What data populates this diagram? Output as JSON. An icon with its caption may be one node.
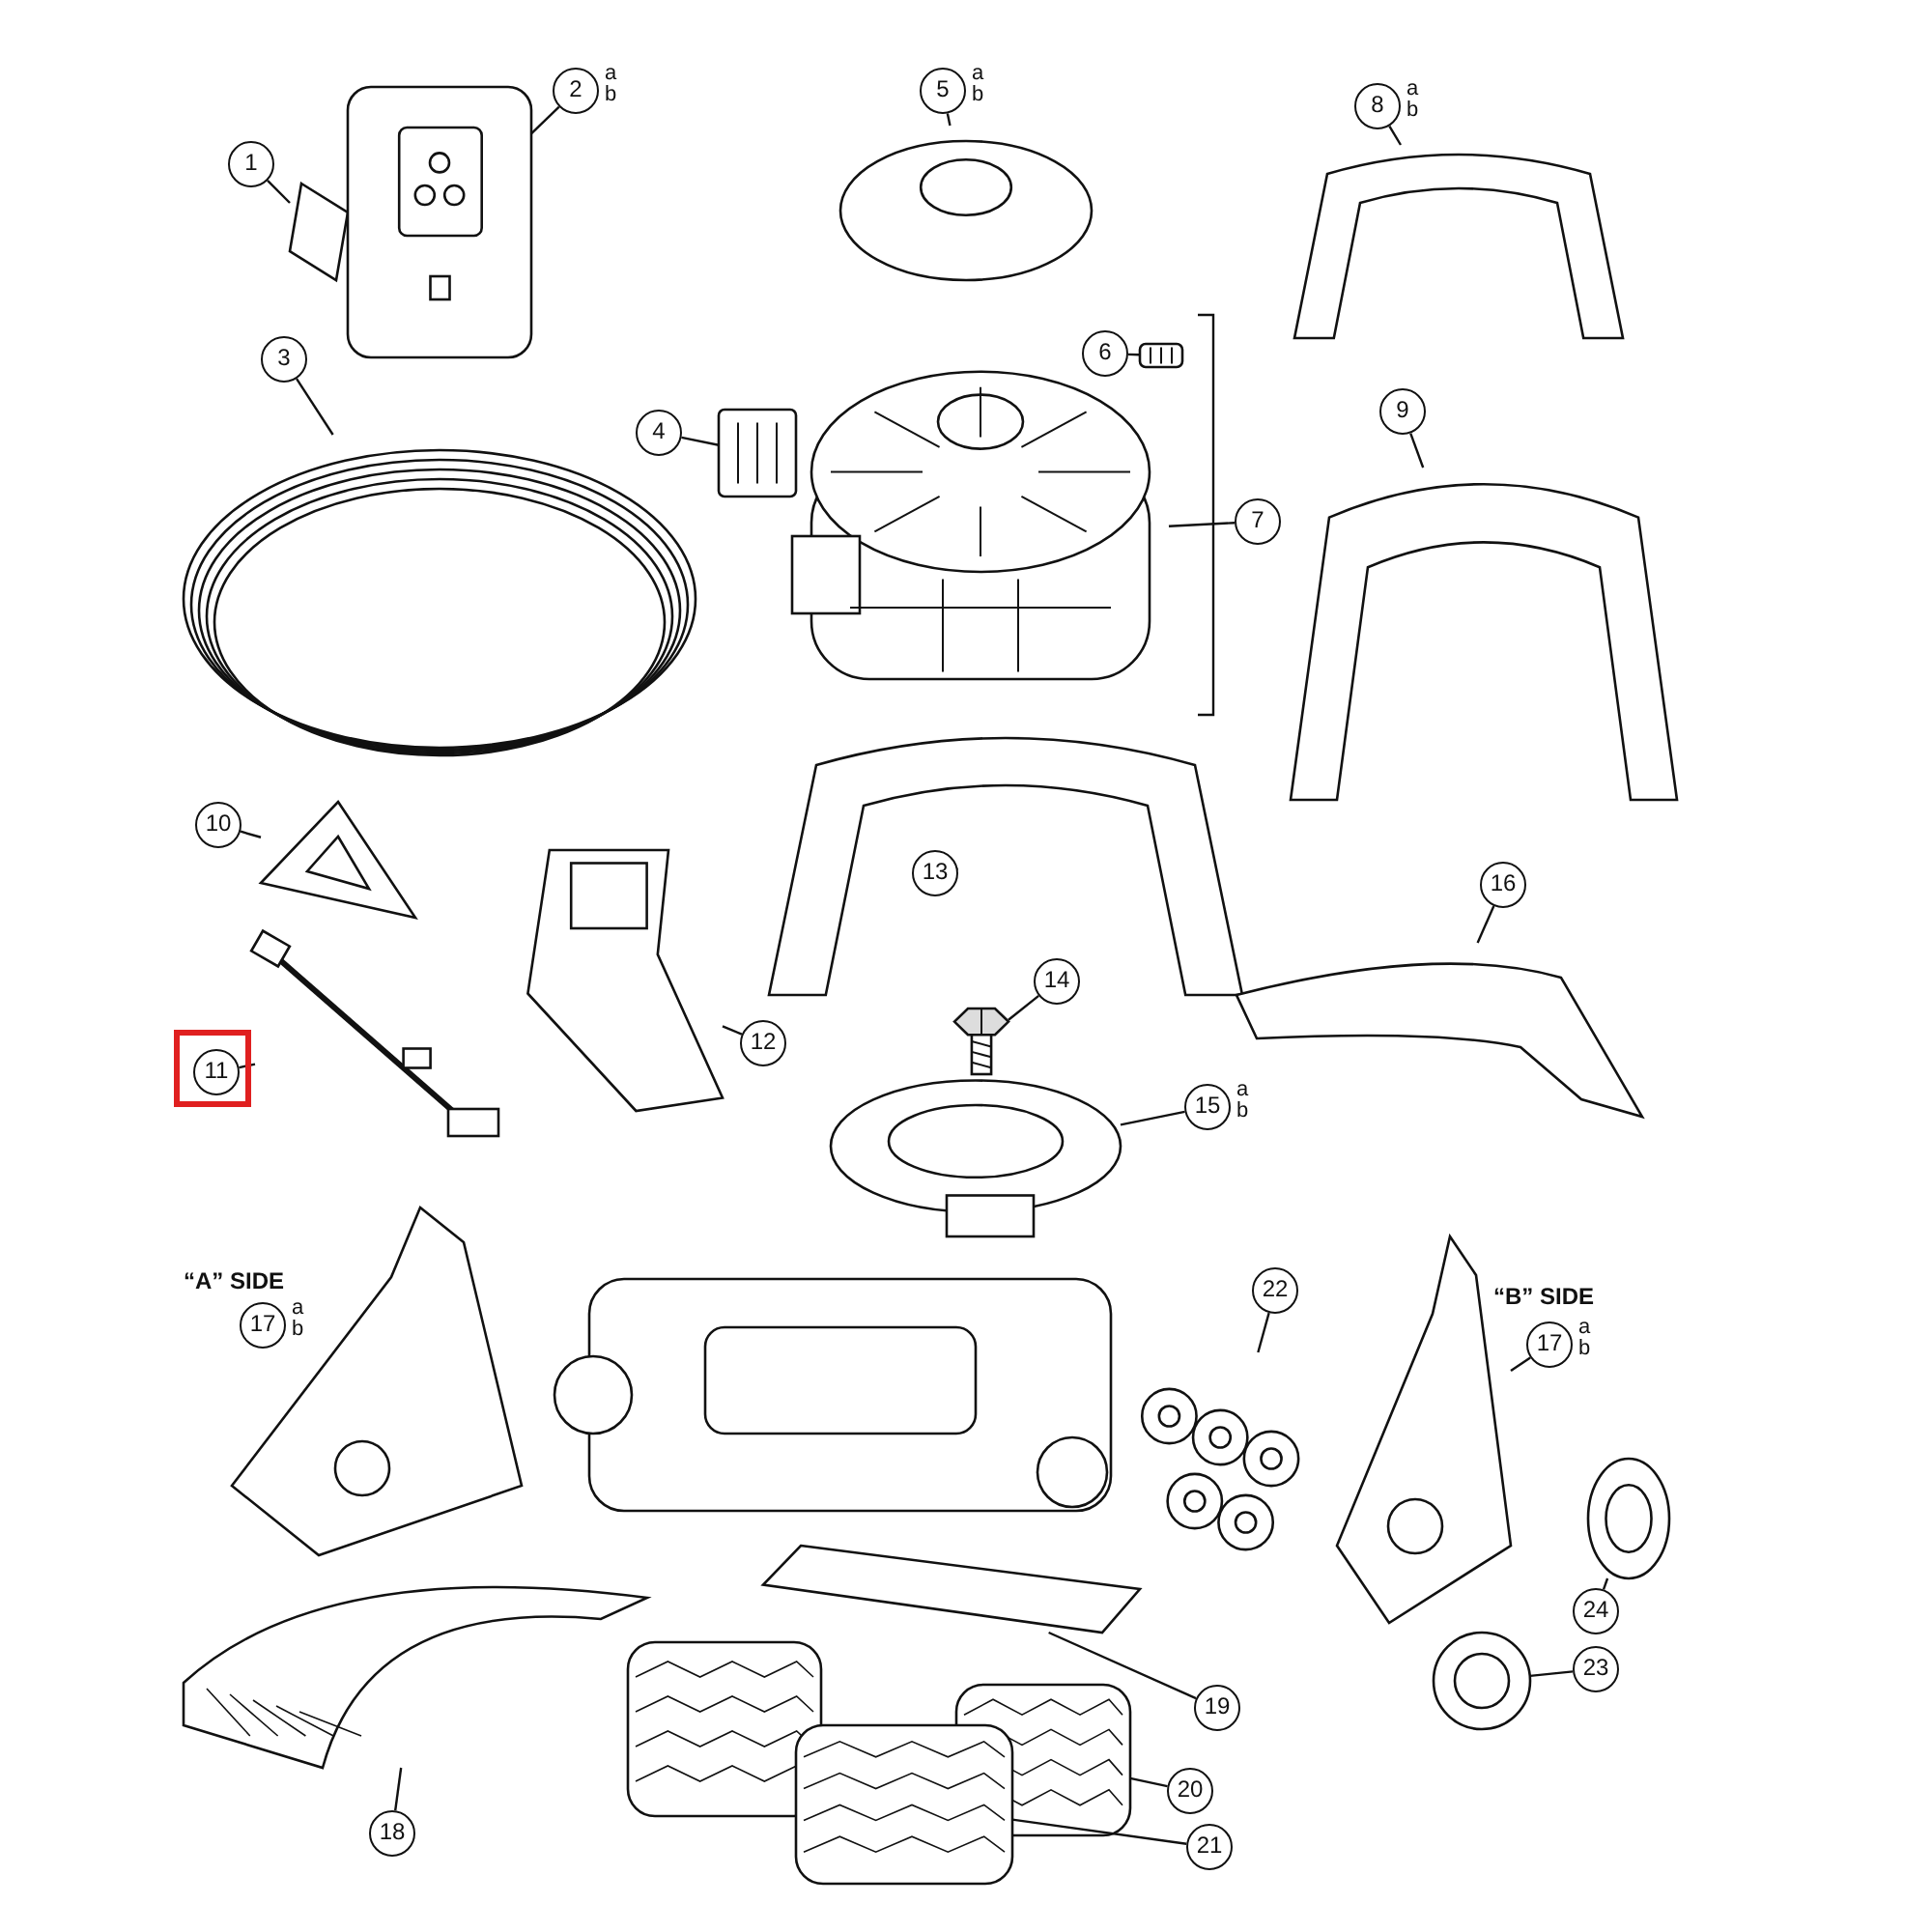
{
  "diagram": {
    "nodes": [
      {
        "text": [
          "1"
        ]
      },
      {
        "text": [],
        "shape": "picture"
      },
      {
        "text": [
          "2"
        ],
        "beside": [
          "a",
          "b"
        ]
      },
      {
        "text": [],
        "shape": "picture"
      },
      {
        "text": [
          "3"
        ]
      },
      {
        "text": [],
        "shape": "picture"
      },
      {
        "text": [
          "4"
        ]
      },
      {
        "text": [],
        "shape": "picture"
      },
      {
        "text": [
          "5"
        ],
        "beside": [
          "a",
          "b"
        ]
      },
      {
        "text": [],
        "shape": "picture"
      },
      {
        "text": [
          "6"
        ]
      },
      {
        "text": [],
        "shape": "picture"
      },
      {
        "text": [
          "7"
        ]
      },
      {
        "text": [],
        "shape": "picture"
      },
      {
        "text": [
          "8"
        ],
        "beside": [
          "a",
          "b"
        ]
      },
      {
        "text": [],
        "shape": "picture"
      },
      {
        "text": [
          "9"
        ]
      },
      {
        "text": [],
        "shape": "picture"
      },
      {
        "text": [
          "10"
        ]
      },
      {
        "text": [],
        "shape": "picture"
      },
      {
        "text": [
          "11"
        ]
      },
      {
        "text": [],
        "shape": "picture"
      },
      {
        "text": [
          "12"
        ]
      },
      {
        "text": [],
        "shape": "picture"
      },
      {
        "text": [
          "13"
        ]
      },
      {
        "text": [],
        "shape": "picture"
      },
      {
        "text": [
          "14"
        ]
      },
      {
        "text": [],
        "shape": "picture"
      },
      {
        "text": [
          "15"
        ],
        "beside": [
          "a",
          "b"
        ]
      },
      {
        "text": [],
        "shape": "picture"
      },
      {
        "text": [
          "16"
        ]
      },
      {
        "text": [],
        "shape": "picture"
      },
      {
        "text": [
          "17"
        ],
        "beside": [
          "a",
          "b"
        ]
      },
      {
        "text": [],
        "shape": "picture"
      },
      {
        "text": [
          "17"
        ],
        "beside": [
          "a",
          "b"
        ]
      },
      {
        "text": [],
        "shape": "picture"
      },
      {
        "text": [
          "18"
        ]
      },
      {
        "text": [],
        "shape": "picture"
      },
      {
        "text": [
          "19"
        ]
      },
      {
        "text": [],
        "shape": "picture"
      },
      {
        "text": [
          "20"
        ]
      },
      {
        "text": [],
        "shape": "picture"
      },
      {
        "text": [
          "21"
        ]
      },
      {
        "text": [],
        "shape": "picture"
      },
      {
        "text": [
          "22"
        ]
      },
      {
        "text": [],
        "shape": "picture"
      },
      {
        "text": [
          "23"
        ]
      },
      {
        "text": [],
        "shape": "picture"
      },
      {
        "text": [
          "24"
        ]
      },
      {
        "text": [],
        "shape": "picture"
      }
    ],
    "edges": [
      {
        "from": 0,
        "to": 1,
        "arrow": "none"
      },
      {
        "from": 2,
        "to": 3,
        "arrow": "none"
      },
      {
        "from": 4,
        "to": 5,
        "arrow": "none"
      },
      {
        "from": 6,
        "to": 7,
        "arrow": "none"
      },
      {
        "from": 8,
        "to": 9,
        "arrow": "none"
      },
      {
        "from": 10,
        "to": 11,
        "arrow": "none"
      },
      {
        "from": 12,
        "to": 13,
        "arrow": "none"
      },
      {
        "from": 14,
        "to": 15,
        "arrow": "none"
      },
      {
        "from": 16,
        "to": 17,
        "arrow": "none"
      },
      {
        "from": 18,
        "to": 19,
        "arrow": "none"
      },
      {
        "from": 20,
        "to": 21,
        "arrow": "none"
      },
      {
        "from": 22,
        "to": 23,
        "arrow": "none"
      },
      {
        "from": 24,
        "to": 25,
        "arrow": "none"
      },
      {
        "from": 26,
        "to": 27,
        "arrow": "none"
      },
      {
        "from": 28,
        "to": 29,
        "arrow": "none"
      },
      {
        "from": 30,
        "to": 31,
        "arrow": "none"
      },
      {
        "from": 32,
        "to": 33,
        "arrow": "none"
      },
      {
        "from": 34,
        "to": 35,
        "arrow": "none"
      },
      {
        "from": 36,
        "to": 37,
        "arrow": "none"
      },
      {
        "from": 38,
        "to": 39,
        "arrow": "none"
      },
      {
        "from": 40,
        "to": 41,
        "arrow": "none"
      },
      {
        "from": 42,
        "to": 43,
        "arrow": "none"
      },
      {
        "from": 44,
        "to": 45,
        "arrow": "none"
      },
      {
        "from": 46,
        "to": 47,
        "arrow": "none"
      },
      {
        "from": 48,
        "to": 49,
        "arrow": "none"
      }
    ],
    "labels": [
      "“A” SIDE",
      "“B” SIDE"
    ]
  }
}
